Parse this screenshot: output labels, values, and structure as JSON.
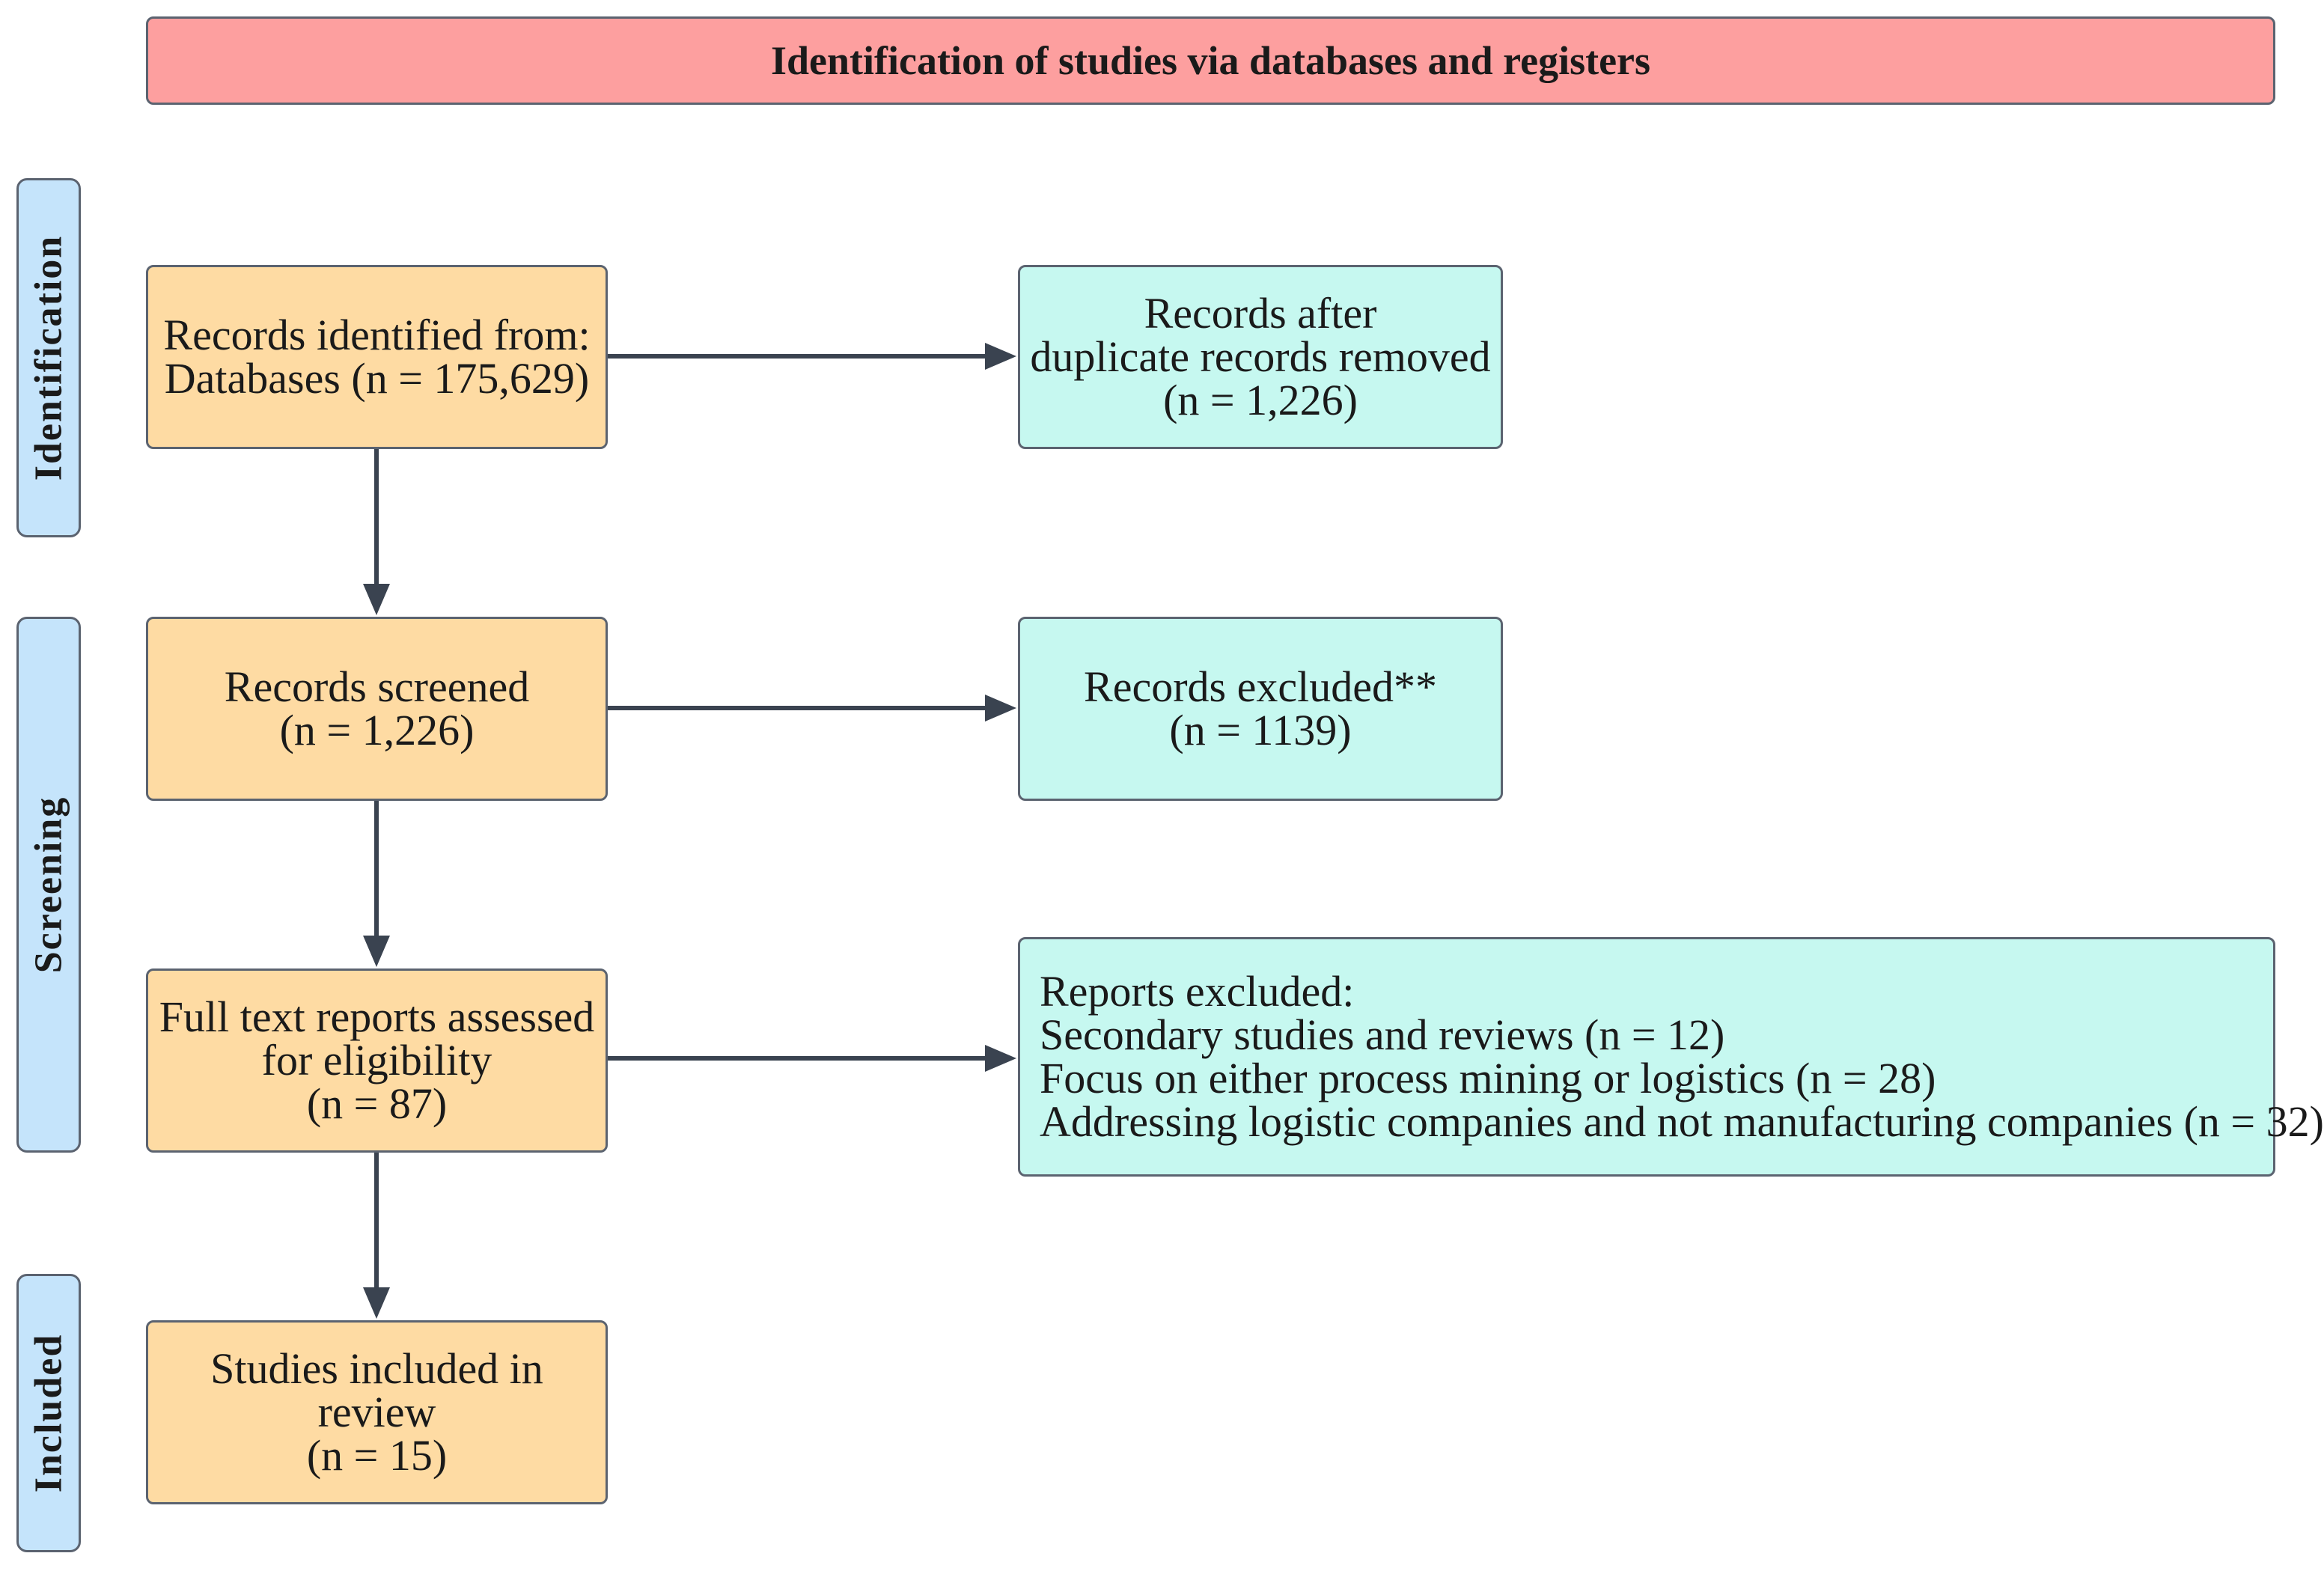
{
  "header": {
    "title": "Identification of studies via databases and registers"
  },
  "stages": {
    "identification": "Identification",
    "screening": "Screening",
    "included": "Included"
  },
  "boxes": {
    "records_identified": {
      "lines": [
        "Records identified from:",
        "Databases (n = 175,629)"
      ]
    },
    "records_after_duplicates": {
      "lines": [
        "Records after",
        "duplicate records removed",
        "(n = 1,226)"
      ]
    },
    "records_screened": {
      "lines": [
        "Records screened",
        "(n = 1,226)"
      ]
    },
    "records_excluded": {
      "lines": [
        "Records excluded**",
        "(n = 1139)"
      ]
    },
    "full_text_assessed": {
      "lines": [
        "Full text reports assessed",
        "for eligibility",
        "(n = 87)"
      ]
    },
    "reports_excluded": {
      "lines": [
        "Reports excluded:",
        "Secondary studies and reviews (n = 12)",
        "Focus on either process mining or logistics (n = 28)",
        "Addressing logistic companies and not manufacturing companies (n = 32)"
      ]
    },
    "studies_included": {
      "lines": [
        "Studies included in",
        "review",
        "(n = 15)"
      ]
    }
  },
  "colors": {
    "header_fill": "#fd9f9f",
    "stage_fill": "#c5e4fb",
    "process_fill": "#fedba3",
    "exclusion_fill": "#c6f8f0",
    "stroke": "#5b6370",
    "arrow": "#3a4350"
  }
}
